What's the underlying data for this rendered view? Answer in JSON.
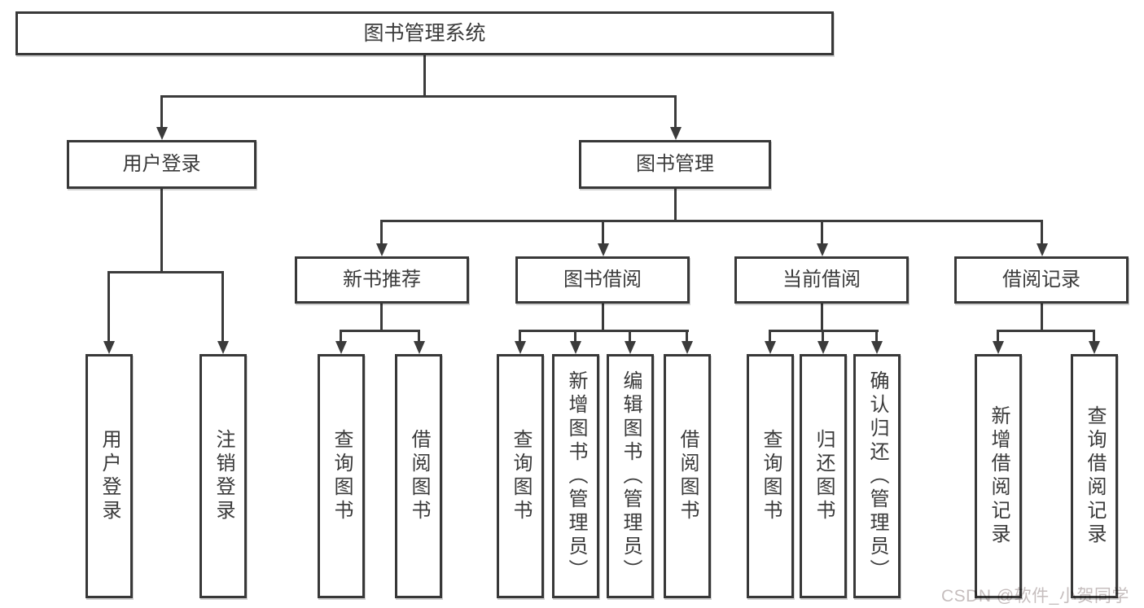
{
  "page": {
    "background_color": "#ffffff",
    "line_color": "#3b3b3b",
    "box_border_color": "#383838",
    "text_color": "#3a3a3a",
    "watermark_color": "#c6bebe"
  },
  "tree": {
    "root": "图书管理系统",
    "branches": [
      {
        "label": "用户登录",
        "children": [
          "用户登录",
          "注销登录"
        ]
      },
      {
        "label": "图书管理",
        "groups": [
          {
            "label": "新书推荐",
            "children": [
              "查询图书",
              "借阅图书"
            ]
          },
          {
            "label": "图书借阅",
            "children": [
              "查询图书",
              "新增图书（管理员）",
              "编辑图书（管理员）",
              "借阅图书"
            ]
          },
          {
            "label": "当前借阅",
            "children": [
              "查询图书",
              "归还图书",
              "确认归还（管理员）"
            ]
          },
          {
            "label": "借阅记录",
            "children": [
              "新增借阅记录",
              "查询借阅记录"
            ]
          }
        ]
      }
    ]
  },
  "watermark": "CSDN @软件_小贺同学"
}
